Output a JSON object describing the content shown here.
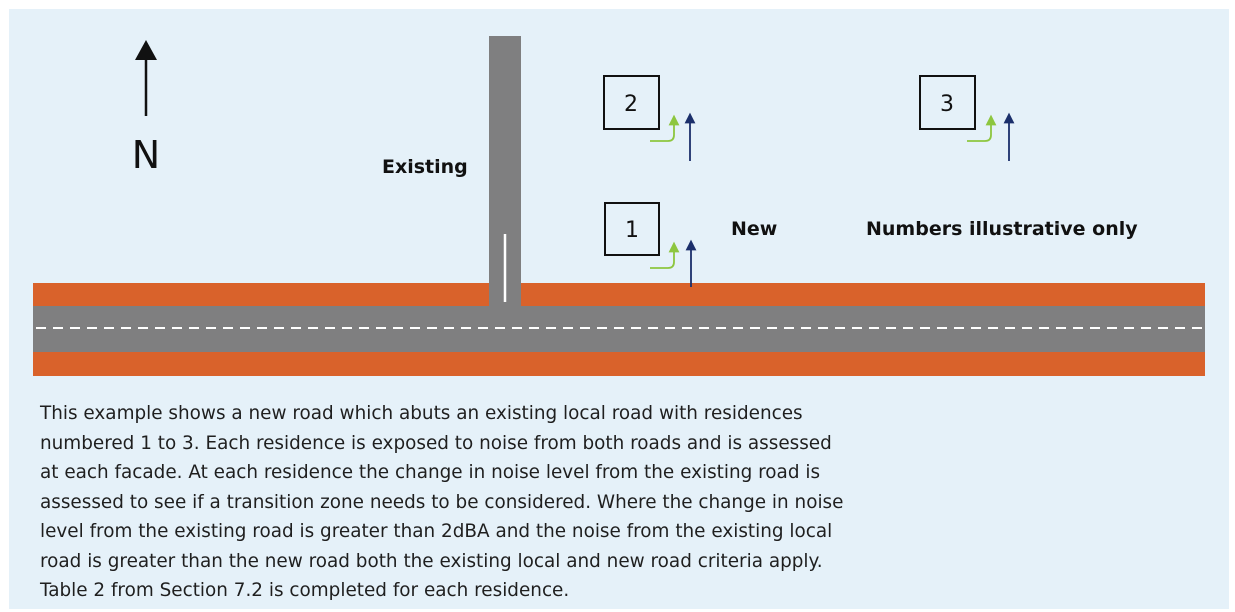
{
  "north_label": "N",
  "labels": {
    "existing_road": "Existing",
    "new_road": "New",
    "note": "Numbers illustrative only"
  },
  "residences": [
    {
      "number": "1"
    },
    {
      "number": "2"
    },
    {
      "number": "3"
    }
  ],
  "caption": "This example shows a new road which abuts an existing local road with residences\nnumbered 1 to 3. Each residence is exposed to noise from both roads and is assessed\nat each facade. At each residence the change in noise level from the existing road is\nassessed to see if a transition zone needs to be considered. Where the change in noise\nlevel from the existing road is greater than 2dBA and the noise from the existing local\nroad is greater than the new road both the existing local and new road criteria apply.\nTable 2 from Section 7.2 is completed for each residence.",
  "colors": {
    "background": "#e5f1f9",
    "road_surface": "#7f7f80",
    "road_verge": "#d9622b",
    "new_road_arrow": "#8dc63f",
    "existing_road_arrow": "#1b2f6b",
    "lane_marking": "#ffffff"
  }
}
